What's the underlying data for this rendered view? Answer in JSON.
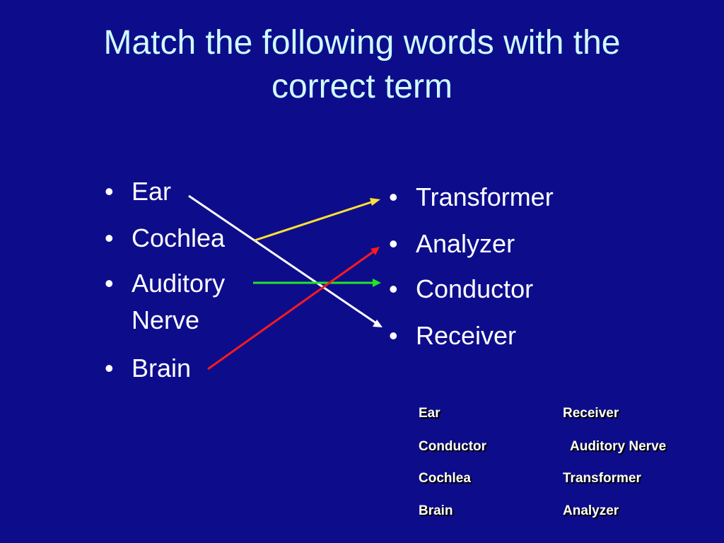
{
  "slide": {
    "title_line1": "Match the following words with the",
    "title_line2": "correct term",
    "bullet_glyph": "•",
    "left_items": [
      "Ear",
      "Cochlea",
      "Auditory",
      "Nerve",
      "Brain"
    ],
    "right_items": [
      "Transformer",
      "Analyzer",
      "Conductor",
      "Receiver"
    ],
    "answers": [
      {
        "word": "Ear",
        "term": "Receiver"
      },
      {
        "word": "Conductor",
        "term": "Auditory Nerve"
      },
      {
        "word": "Cochlea",
        "term": "Transformer"
      },
      {
        "word": "Brain",
        "term": "Analyzer"
      }
    ],
    "colors": {
      "background": "#0d0d8c",
      "title": "#cffcff",
      "text": "#ffffff",
      "arrow_ear": "#ffffff",
      "arrow_cochlea": "#ffe033",
      "arrow_nerve": "#22e622",
      "arrow_brain": "#ff1a1a"
    }
  }
}
